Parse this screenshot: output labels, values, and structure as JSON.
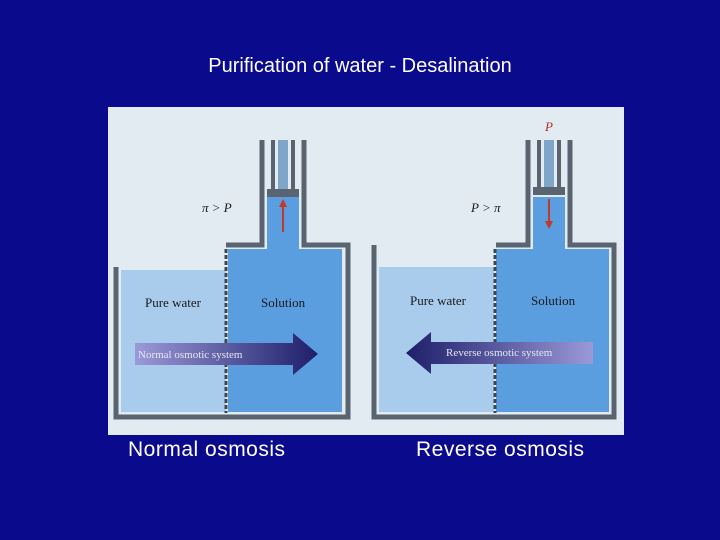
{
  "title": "Purification of water - Desalination",
  "normal": {
    "condition": "π > P",
    "pure_water": "Pure water",
    "solution": "Solution",
    "arrow_label": "Normal osmotic system",
    "caption": "Normal osmosis"
  },
  "reverse": {
    "pressure": "P",
    "condition": "P > π",
    "pure_water": "Pure water",
    "solution": "Solution",
    "arrow_label": "Reverse osmotic system",
    "caption": "Reverse osmosis"
  },
  "colors": {
    "background": "#0a0a8c",
    "figure_bg": "#e3ebf2",
    "pure_water": "#a9cbec",
    "solution": "#5a9ee0",
    "tank_wall": "#5a6470",
    "arrow": "#24246e",
    "pressure_arrow": "#c0392b"
  }
}
